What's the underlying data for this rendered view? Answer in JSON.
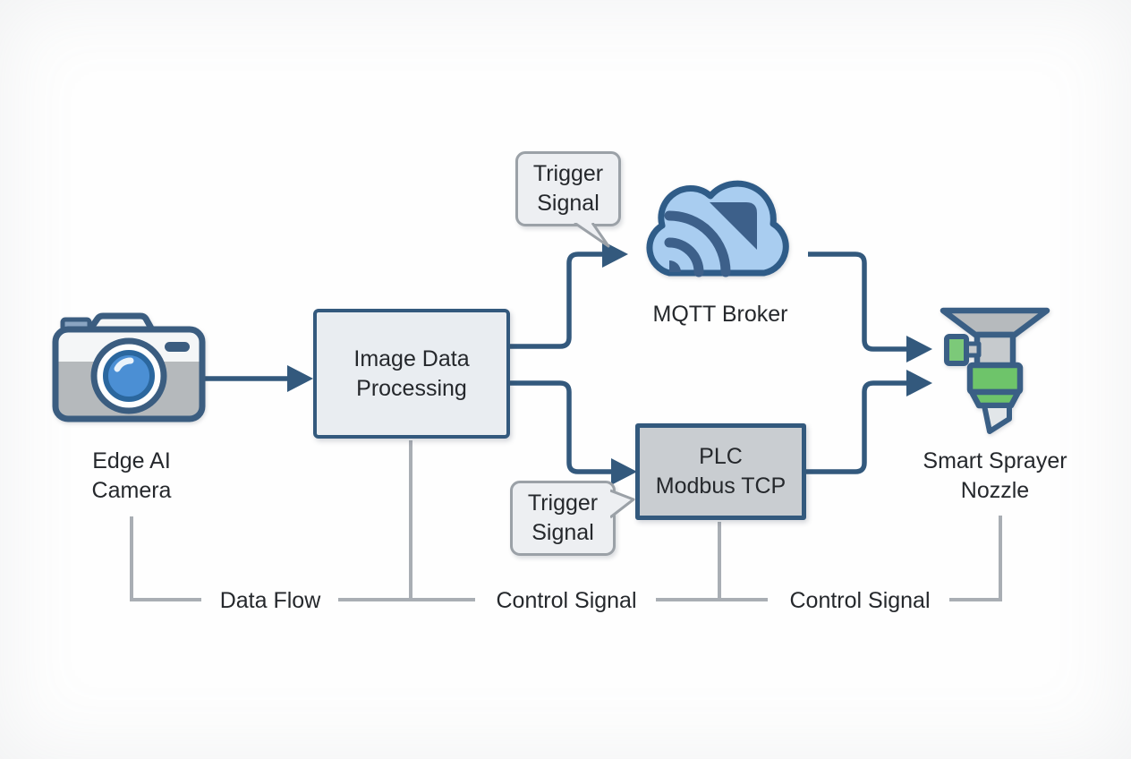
{
  "diagram": {
    "nodes": {
      "camera": {
        "label_line1": "Edge AI",
        "label_line2": "Camera",
        "icon": "camera-icon"
      },
      "processing": {
        "label_line1": "Image Data",
        "label_line2": "Processing"
      },
      "mqtt": {
        "label": "MQTT Broker",
        "icon": "wifi-cloud-icon"
      },
      "plc": {
        "label_line1": "PLC",
        "label_line2": "Modbus TCP"
      },
      "nozzle": {
        "label_line1": "Smart Sprayer",
        "label_line2": "Nozzle",
        "icon": "sprayer-nozzle-icon"
      }
    },
    "callouts": {
      "trigger_top": {
        "line1": "Trigger",
        "line2": "Signal"
      },
      "trigger_bottom": {
        "line1": "Trigger",
        "line2": "Signal"
      }
    },
    "legend": {
      "data_flow": "Data Flow",
      "control_signal_1": "Control Signal",
      "control_signal_2": "Control Signal"
    },
    "edges": [
      {
        "from": "Edge AI Camera",
        "to": "Image Data Processing",
        "type": "data flow"
      },
      {
        "from": "Image Data Processing",
        "to": "MQTT Broker",
        "type": "trigger signal"
      },
      {
        "from": "Image Data Processing",
        "to": "PLC Modbus TCP",
        "type": "trigger signal"
      },
      {
        "from": "MQTT Broker",
        "to": "Smart Sprayer Nozzle",
        "type": "control signal"
      },
      {
        "from": "PLC Modbus TCP",
        "to": "Smart Sprayer Nozzle",
        "type": "control signal"
      }
    ],
    "colors": {
      "connector_blue": "#33597d",
      "legend_gray": "#a9aeb4",
      "cloud_fill": "#a9cdf0",
      "cloud_icon": "#3d608a",
      "processing_fill": "#e9edf1",
      "plc_fill": "#c9cdd1",
      "bubble_fill": "#edeff2",
      "bubble_border": "#9ba1a7",
      "nozzle_green": "#6ec46a",
      "camera_lens_blue": "#4b8fd4",
      "icon_gray": "#b6babd",
      "text_dark": "#25282c"
    }
  }
}
